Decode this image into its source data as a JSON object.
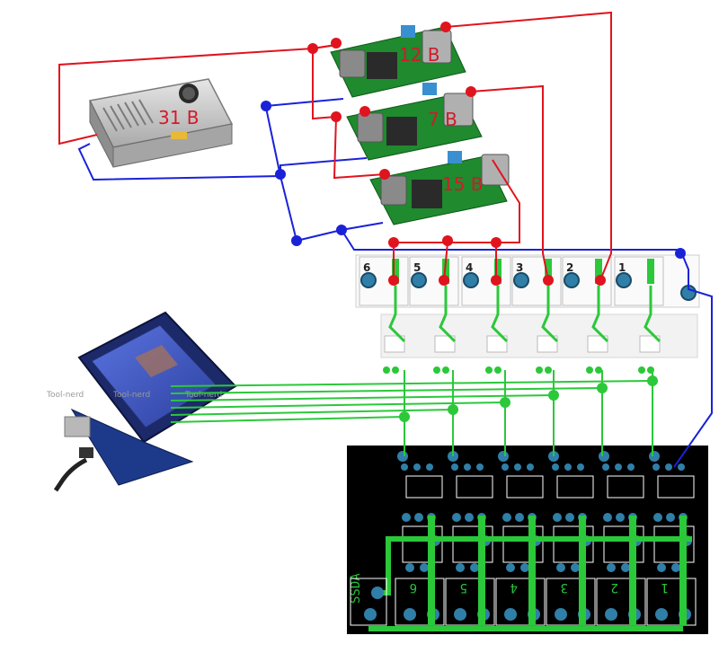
{
  "colors": {
    "wire_red": "#e0141e",
    "wire_blue": "#1a22d8",
    "wire_green": "#2bc83a",
    "pcb_board": "#000000",
    "pcb_pad": "#2f7fa8",
    "converter_board": "#1f8a2e",
    "psu_body": "#c9c9c9",
    "screen": "#3a52c8"
  },
  "components": {
    "power_supply": {
      "label": "31 B",
      "icon": "power-supply-unit"
    },
    "converters": [
      {
        "label": "12 B",
        "icon": "dc-dc-buck-converter"
      },
      {
        "label": "7 B",
        "icon": "dc-dc-buck-converter"
      },
      {
        "label": "15 B",
        "icon": "dc-dc-buck-converter"
      }
    ],
    "controller": {
      "icon": "arduino-with-tft-display",
      "watermarks": [
        "Tool-nerd",
        "Tool-nerd",
        "Tool-nerd"
      ]
    },
    "top_board": {
      "channel_labels": [
        "6",
        "5",
        "4",
        "3",
        "2",
        "1"
      ]
    },
    "bottom_board": {
      "side_label": "SSDA",
      "channel_labels": [
        "6",
        "5",
        "4",
        "3",
        "2",
        "1"
      ]
    }
  }
}
